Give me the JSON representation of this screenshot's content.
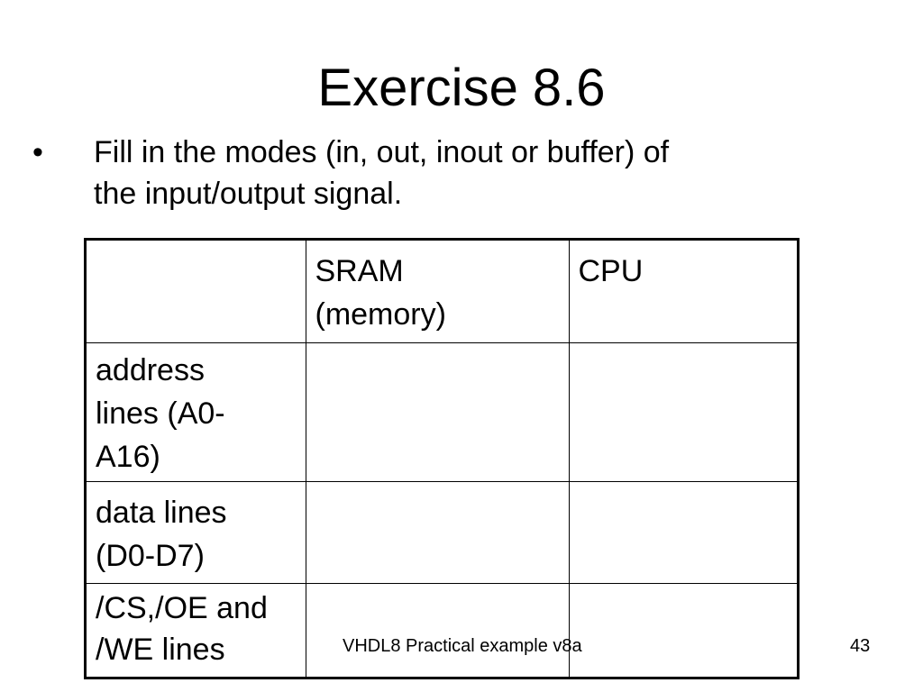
{
  "slide": {
    "title": "Exercise 8.6",
    "bullet_marker": "•",
    "bullet_line1": "Fill in the modes (in, out, inout or buffer) of",
    "bullet_line2": "the input/output signal."
  },
  "table": {
    "header": {
      "corner": "",
      "col2_line1": "SRAM",
      "col2_line2": "(memory)",
      "col3": "CPU"
    },
    "rows": [
      {
        "label_lines": [
          "address",
          "lines (A0-",
          "A16)"
        ],
        "sram": "",
        "cpu": ""
      },
      {
        "label_lines": [
          "data lines",
          "(D0-D7)"
        ],
        "sram": "",
        "cpu": ""
      },
      {
        "label_lines": [
          "/CS,/OE and",
          "/WE lines"
        ],
        "sram": "",
        "cpu": ""
      }
    ]
  },
  "footer": {
    "text": "VHDL8 Practical example v8a",
    "page_number": "43"
  }
}
